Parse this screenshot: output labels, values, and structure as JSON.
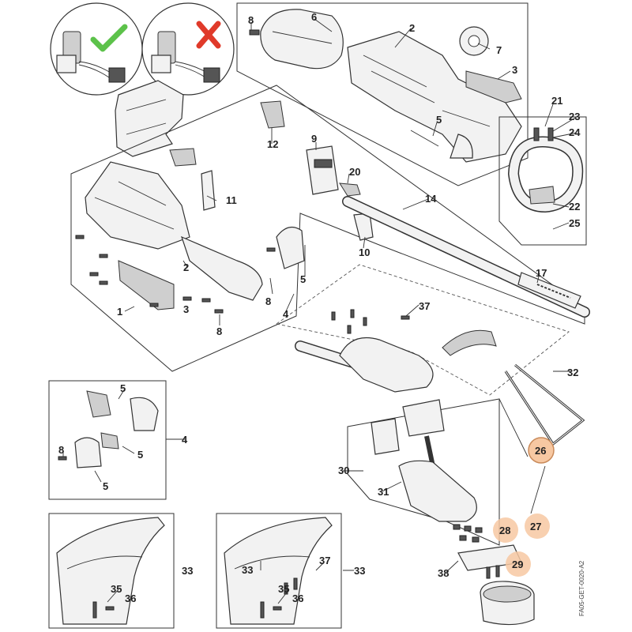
{
  "diagram": {
    "doc_id": "FA05-GET-0020-A2",
    "labels": {
      "l1": "1",
      "l2a": "2",
      "l2b": "2",
      "l3a": "3",
      "l3b": "3",
      "l4a": "4",
      "l4b": "4",
      "l5a": "5",
      "l5b": "5",
      "l5c": "5",
      "l5d": "5",
      "l5e": "5",
      "l6": "6",
      "l7": "7",
      "l8a": "8",
      "l8b": "8",
      "l8c": "8",
      "l8d": "8",
      "l9": "9",
      "l10": "10",
      "l11": "11",
      "l12": "12",
      "l14": "14",
      "l17": "17",
      "l20": "20",
      "l21": "21",
      "l22": "22",
      "l23": "23",
      "l24": "24",
      "l25": "25",
      "l26": "26",
      "l27": "27",
      "l28": "28",
      "l29": "29",
      "l30": "30",
      "l31": "31",
      "l32": "32",
      "l33a": "33",
      "l33b": "33",
      "l33c": "33",
      "l35a": "35",
      "l35b": "35",
      "l36a": "36",
      "l36b": "36",
      "l37a": "37",
      "l37b": "37",
      "l38": "38"
    },
    "highlight_color": "#f7c8a2",
    "check_color": "#5cc24a",
    "cross_color": "#e03a2a"
  }
}
